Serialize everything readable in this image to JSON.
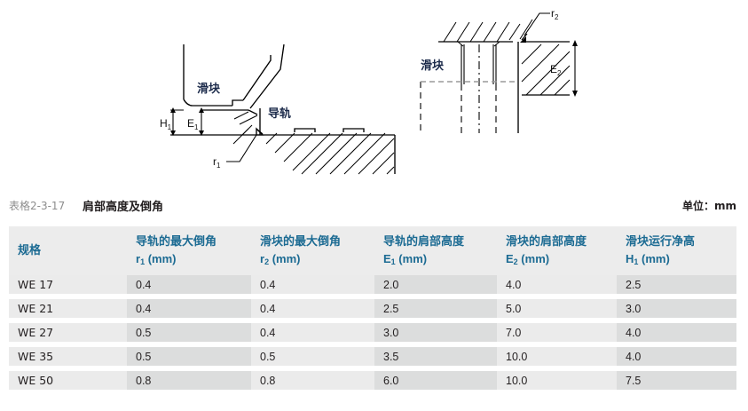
{
  "figures": {
    "left": {
      "name": "rail-block-shoulder-section-left",
      "labels": {
        "block": "滑块",
        "rail": "导轨",
        "h1": "H",
        "h1_sub": "1",
        "e1": "E",
        "e1_sub": "1",
        "r1": "r",
        "r1_sub": "1"
      }
    },
    "right": {
      "name": "block-shoulder-section-right",
      "labels": {
        "block": "滑块",
        "e2": "E",
        "e2_sub": "2",
        "r2": "r",
        "r2_sub": "2"
      }
    }
  },
  "caption": {
    "number": "表格2-3-17",
    "title": "肩部高度及倒角",
    "unit": "单位：mm"
  },
  "table": {
    "headers": [
      {
        "line1": "规格",
        "line2": ""
      },
      {
        "line1": "导轨的最大倒角",
        "line2_sym": "r",
        "line2_sub": "1",
        "line2_unit": " (mm)"
      },
      {
        "line1": "滑块的最大倒角",
        "line2_sym": "r",
        "line2_sub": "2",
        "line2_unit": " (mm)"
      },
      {
        "line1": "导轨的肩部高度",
        "line2_sym": "E",
        "line2_sub": "1",
        "line2_unit": " (mm)"
      },
      {
        "line1": "滑块的肩部高度",
        "line2_sym": "E",
        "line2_sub": "2",
        "line2_unit": " (mm)"
      },
      {
        "line1": "滑块运行净高",
        "line2_sym": "H",
        "line2_sub": "1",
        "line2_unit": " (mm)"
      }
    ],
    "rows": [
      {
        "spec": "WE 17",
        "r1": "0.4",
        "r2": "0.4",
        "e1": "2.0",
        "e2": "4.0",
        "h1": "2.5"
      },
      {
        "spec": "WE 21",
        "r1": "0.4",
        "r2": "0.4",
        "e1": "2.5",
        "e2": "5.0",
        "h1": "3.0"
      },
      {
        "spec": "WE 27",
        "r1": "0.5",
        "r2": "0.4",
        "e1": "3.0",
        "e2": "7.0",
        "h1": "4.0"
      },
      {
        "spec": "WE 35",
        "r1": "0.5",
        "r2": "0.5",
        "e1": "3.5",
        "e2": "10.0",
        "h1": "4.0"
      },
      {
        "spec": "WE 50",
        "r1": "0.8",
        "r2": "0.8",
        "e1": "6.0",
        "e2": "10.0",
        "h1": "7.5"
      }
    ]
  },
  "colors": {
    "header_text": "#1c6b93",
    "header_bg": "#ececec",
    "row_bg": "#ebebeb",
    "row_bg_tint": "#dcdddd",
    "caption_number": "#8d8d8d",
    "body_text": "#231f20",
    "diagram_line": "#000000",
    "diagram_label": "#1b2a4a"
  }
}
